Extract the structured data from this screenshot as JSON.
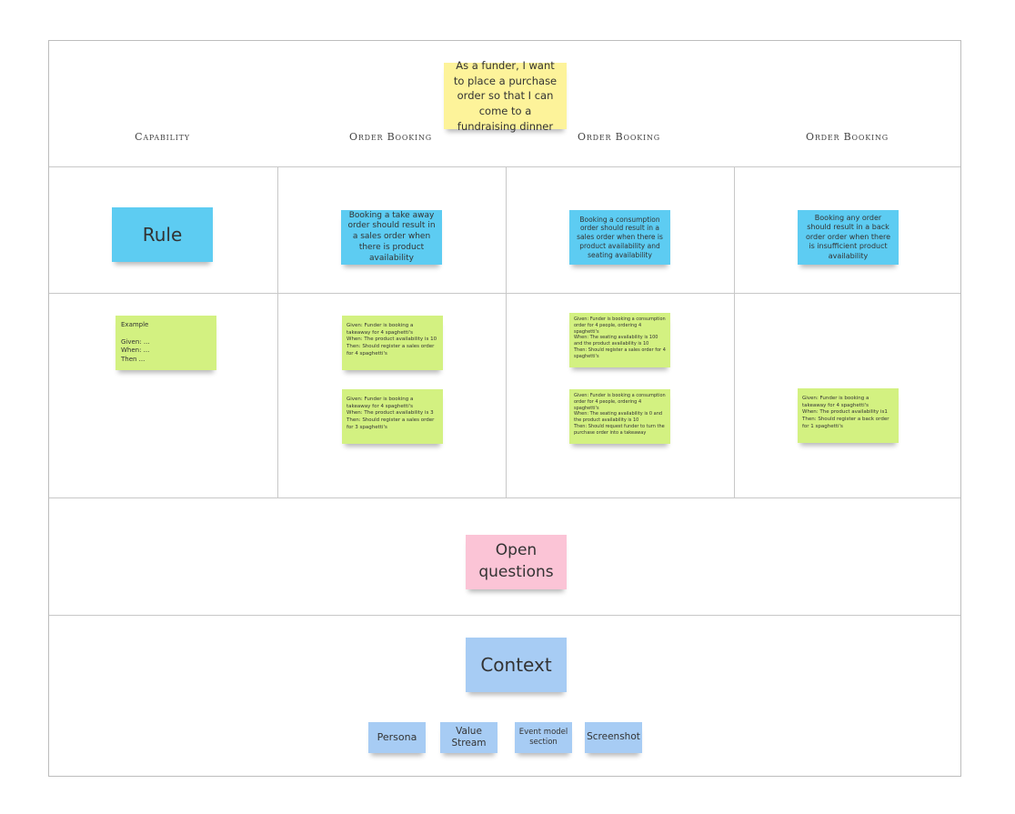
{
  "story": {
    "text": "As a funder, I want to place a purchase order so that I can come to a fundraising dinner"
  },
  "columns": [
    {
      "header": "Capability"
    },
    {
      "header": "Order Booking"
    },
    {
      "header": "Order Booking"
    },
    {
      "header": "Order Booking"
    }
  ],
  "rules": {
    "label": "Rule",
    "items": [
      "Booking a take away order should result in a sales order when there is product availability",
      "Booking a consumption order should result in a sales order when there is product availability and seating availability",
      "Booking any order should result in a back order order when there is insufficient product availability"
    ]
  },
  "examples": {
    "template": "Example\n\nGiven: ...\nWhen: ...\nThen ...",
    "col1": [
      "Given: Funder is booking a takeaway for 4 spaghetti's\nWhen: The product availability is 10\nThen: Should register a sales order for 4 spaghetti's",
      "Given: Funder is booking a takeaway for 4 spaghetti's\nWhen: The product availability is 3\nThen: Should register a sales order for 3 spaghetti's"
    ],
    "col2": [
      "Given: Funder is booking a consumption order for 4 people, ordering 4 spaghetti's\nWhen: The seating availability is 100 and the product availability is 10\nThen: Should register a sales order for 4 spaghetti's",
      "Given: Funder is booking a consumption order for 4 people, ordering 4 spaghetti's\nWhen: The seating availability is 0 and the product availability is 10\nThen: Should request funder to turn the purchase order into a takeaway"
    ],
    "col3": [
      "Given: Funder is booking a takeaway for 4 spaghetti's\nWhen: The product availability is1\nThen: Should register a back order for 1 spaghetti's"
    ]
  },
  "open_questions": {
    "label": "Open questions"
  },
  "context": {
    "label": "Context",
    "items": [
      "Persona",
      "Value Stream",
      "Event model section",
      "Screenshot"
    ]
  },
  "colors": {
    "story": "#fdf39a",
    "rule": "#5dccf2",
    "example": "#d3f181",
    "question": "#fbc4d6",
    "context": "#a7ccf4"
  }
}
